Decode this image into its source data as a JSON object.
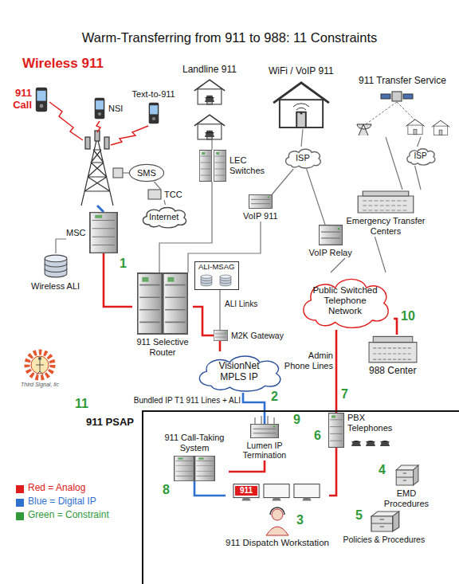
{
  "diagram": {
    "title": "Warm-Transferring from 911 to 988: 11 Constraints",
    "nodes": [
      {
        "text": [
          "911 Call"
        ]
      },
      {
        "text": [
          "NSI"
        ]
      },
      {
        "text": [
          "Text-to-911"
        ]
      },
      {
        "text": [
          "SMS"
        ]
      },
      {
        "text": [
          "TCC"
        ]
      },
      {
        "text": [
          "Internet"
        ]
      },
      {
        "text": [
          "MSC"
        ]
      },
      {
        "text": [
          "Wireless ALI"
        ]
      },
      {
        "text": [
          "Landline 911"
        ]
      },
      {
        "text": [
          "LEC Switches"
        ]
      },
      {
        "text": [
          "WiFi / VoIP 911"
        ]
      },
      {
        "text": [
          "ISP"
        ]
      },
      {
        "text": [
          "VoIP 911"
        ]
      },
      {
        "text": [
          "VoIP Relay"
        ]
      },
      {
        "text": [
          "911 Transfer Service"
        ]
      },
      {
        "text": [
          "ISP"
        ]
      },
      {
        "text": [
          "Emergency Transfer Centers"
        ]
      },
      {
        "text": [
          "ALI-MSAG"
        ]
      },
      {
        "text": [
          "911 Selective Router"
        ]
      },
      {
        "text": [
          "M2K Gateway"
        ]
      },
      {
        "text": [
          "VisionNet MPLS IP"
        ]
      },
      {
        "text": [
          "Public Switched Telephone Network"
        ]
      },
      {
        "text": [
          "988 Center"
        ]
      },
      {
        "text": [
          "911 PSAP"
        ]
      },
      {
        "text": [
          "911 Call-Taking System"
        ],
        "in": 23
      },
      {
        "text": [
          "Lumen IP Termination"
        ],
        "in": 23
      },
      {
        "text": [
          "PBX Telephones"
        ],
        "in": 23
      },
      {
        "text": [
          "EMD Procedures"
        ],
        "in": 23
      },
      {
        "text": [
          "911 Dispatch Workstation"
        ],
        "in": 23
      },
      {
        "text": [
          "Policies & Procedures"
        ],
        "in": 23
      }
    ],
    "edges": [
      {
        "from": 6,
        "to": 18,
        "arrow": "none"
      },
      {
        "from": 7,
        "to": 6,
        "arrow": "none"
      },
      {
        "from": 3,
        "to": 4,
        "arrow": "none"
      },
      {
        "from": 4,
        "to": 5,
        "arrow": "none"
      },
      {
        "from": 8,
        "to": 9,
        "arrow": "none"
      },
      {
        "from": 9,
        "to": 18,
        "arrow": "none"
      },
      {
        "from": 10,
        "to": 11,
        "arrow": "none"
      },
      {
        "from": 11,
        "to": 12,
        "arrow": "none"
      },
      {
        "from": 12,
        "to": 18,
        "arrow": "none"
      },
      {
        "from": 11,
        "to": 13,
        "arrow": "none"
      },
      {
        "from": 13,
        "to": 21,
        "arrow": "none"
      },
      {
        "from": 14,
        "to": 15,
        "arrow": "none"
      },
      {
        "from": 15,
        "to": 16,
        "arrow": "none"
      },
      {
        "from": 14,
        "to": 16,
        "arrow": "none"
      },
      {
        "from": 16,
        "to": 21,
        "arrow": "none"
      },
      {
        "from": 17,
        "to": 19,
        "label": "ALI Links",
        "arrow": "none"
      },
      {
        "from": 18,
        "to": 19,
        "arrow": "none"
      },
      {
        "from": 19,
        "to": 20,
        "arrow": "none"
      },
      {
        "from": 20,
        "to": 25,
        "label": "Bundled IP T1 911 Lines + ALI",
        "arrow": "none"
      },
      {
        "from": 25,
        "to": 24,
        "arrow": "none"
      },
      {
        "from": 24,
        "to": 28,
        "arrow": "none"
      },
      {
        "from": 21,
        "to": 22,
        "arrow": "none"
      },
      {
        "from": 21,
        "to": 26,
        "label": "Admin Phone Lines",
        "arrow": "none"
      },
      {
        "from": 26,
        "to": 28,
        "arrow": "none"
      }
    ],
    "labels": [
      "Wireless 911",
      "911",
      "Third Signal, llc",
      "1",
      "2",
      "3",
      "4",
      "5",
      "6",
      "7",
      "8",
      "9",
      "10",
      "11"
    ],
    "legend": [
      {
        "text": "Red = Analog",
        "color": "#e01b1b"
      },
      {
        "text": "Blue = Digital IP",
        "color": "#2f6fd0"
      },
      {
        "text": "Green = Constraint",
        "color": "#2e9a3a"
      }
    ]
  }
}
